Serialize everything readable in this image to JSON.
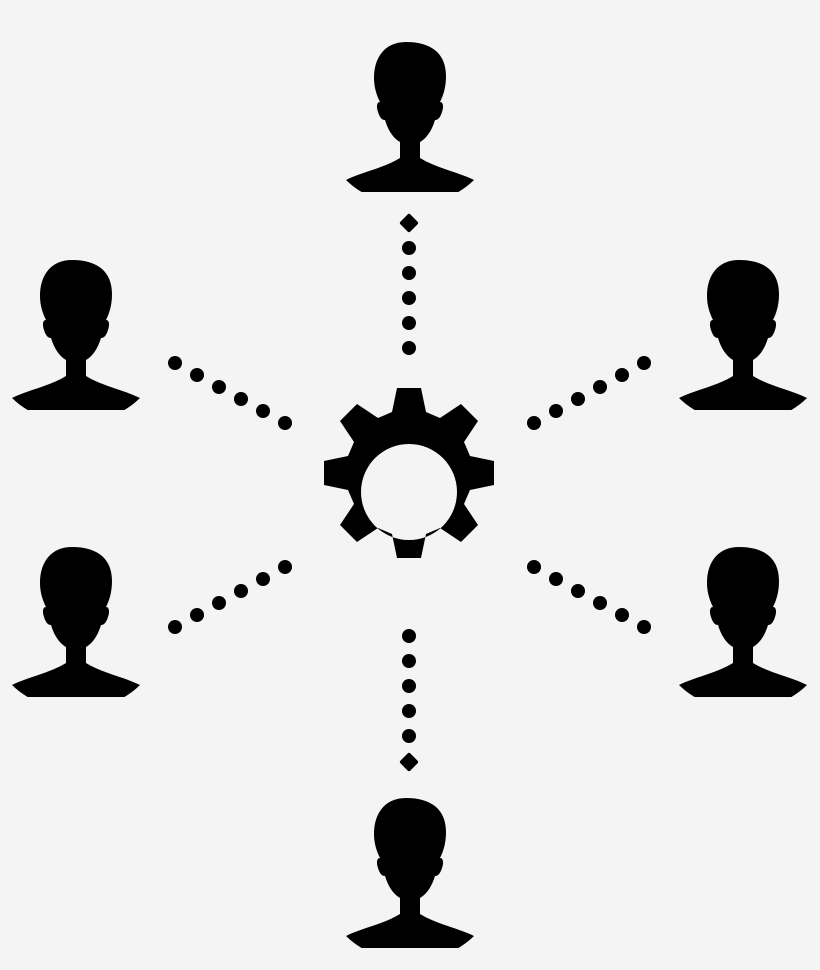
{
  "diagram": {
    "hub": {
      "icon": "gear-icon"
    },
    "nodes": [
      {
        "id": "top",
        "icon": "person-icon"
      },
      {
        "id": "upper-left",
        "icon": "person-icon"
      },
      {
        "id": "upper-right",
        "icon": "person-icon"
      },
      {
        "id": "lower-left",
        "icon": "person-icon"
      },
      {
        "id": "lower-right",
        "icon": "person-icon"
      },
      {
        "id": "bottom",
        "icon": "person-icon"
      }
    ],
    "connector_style": "dotted",
    "colors": {
      "background": "#f4f4f4",
      "foreground": "#000000"
    }
  }
}
